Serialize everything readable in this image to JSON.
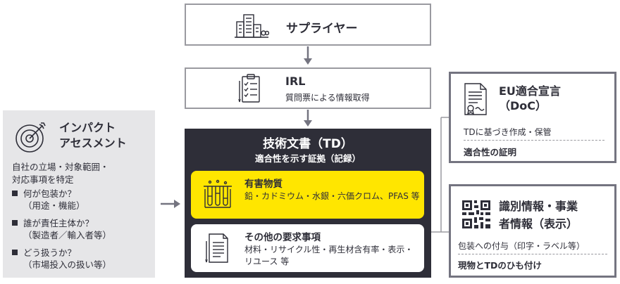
{
  "supplier": {
    "title": "サプライヤー",
    "icon": "building-icon"
  },
  "irl": {
    "title": "IRL",
    "subtitle": "質問票による情報取得",
    "icon": "clipboard-checklist-icon"
  },
  "impact": {
    "title_line1": "インパクト",
    "title_line2": "アセスメント",
    "icon": "target-icon",
    "desc_line1": "自社の立場・対象範囲・",
    "desc_line2": "対応事項を特定",
    "items": [
      {
        "q": "何が包装か？",
        "a": "（用途・機能）"
      },
      {
        "q": "誰が責任主体か？",
        "a": "（製造者／輸入者等）"
      },
      {
        "q": "どう扱うか？",
        "a": "（市場投入の扱い等）"
      }
    ]
  },
  "td": {
    "title": "技術文書（TD）",
    "subtitle": "適合性を示す証拠（記録）",
    "hazard": {
      "heading": "有害物質",
      "body": "鉛・カドミウム・水銀・六価クロム、PFAS 等",
      "icon": "test-tubes-icon",
      "color": "#ffe600"
    },
    "other": {
      "heading": "その他の要求事項",
      "body": "材料・リサイクル性・再生材含有率・表示・リユース 等",
      "icon": "document-icon"
    }
  },
  "doc": {
    "title_line1": "EU適合宣言",
    "title_line2": "（DoC）",
    "desc": "TDに基づき作成・保管",
    "purpose": "適合性の証明",
    "icon": "certificate-icon"
  },
  "idinfo": {
    "title_line1": "識別情報・事業",
    "title_line2": "者情報（表示）",
    "desc": "包装への付与（印字・ラベル等）",
    "purpose": "現物とTDのひも付け",
    "icon": "qr-code-icon"
  }
}
